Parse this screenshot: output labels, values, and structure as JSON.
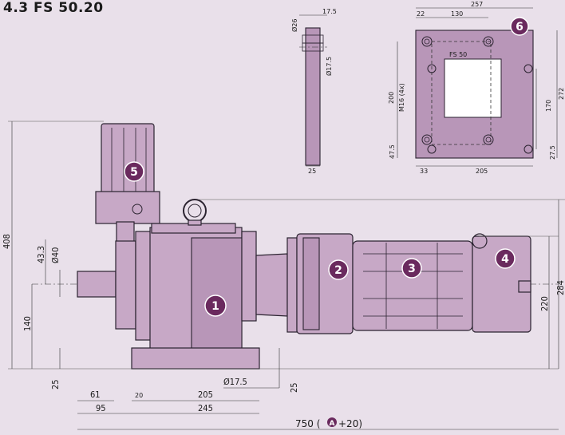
{
  "title": "4.3  FS 50.20",
  "plate_label": "FS 50",
  "badges": [
    "1",
    "2",
    "3",
    "4",
    "5",
    "6"
  ],
  "circled_a": "A",
  "dimensions": {
    "d408": "408",
    "d43_3": "43.3",
    "d40": "Ø40",
    "d140": "140",
    "d25_left": "25",
    "d61": "61",
    "d95": "95",
    "d20": "20",
    "d205_bottom": "205",
    "d245": "245",
    "d17_5_hole": "Ø17.5",
    "d25_mid": "25",
    "d750": "750 (",
    "d750_suffix": "+20)",
    "d284": "284",
    "d220": "220",
    "flange_26": "Ø26",
    "flange_17_5_top": "17.5",
    "flange_17_5_side": "Ø17.5",
    "flange_25": "25",
    "plate_257": "257",
    "plate_130": "130",
    "plate_22": "22",
    "plate_m16": "M16 (4x)",
    "plate_200": "200",
    "plate_47_5": "47.5",
    "plate_33": "33",
    "plate_205": "205",
    "plate_170": "170",
    "plate_272": "272",
    "plate_27_5": "27.5"
  }
}
